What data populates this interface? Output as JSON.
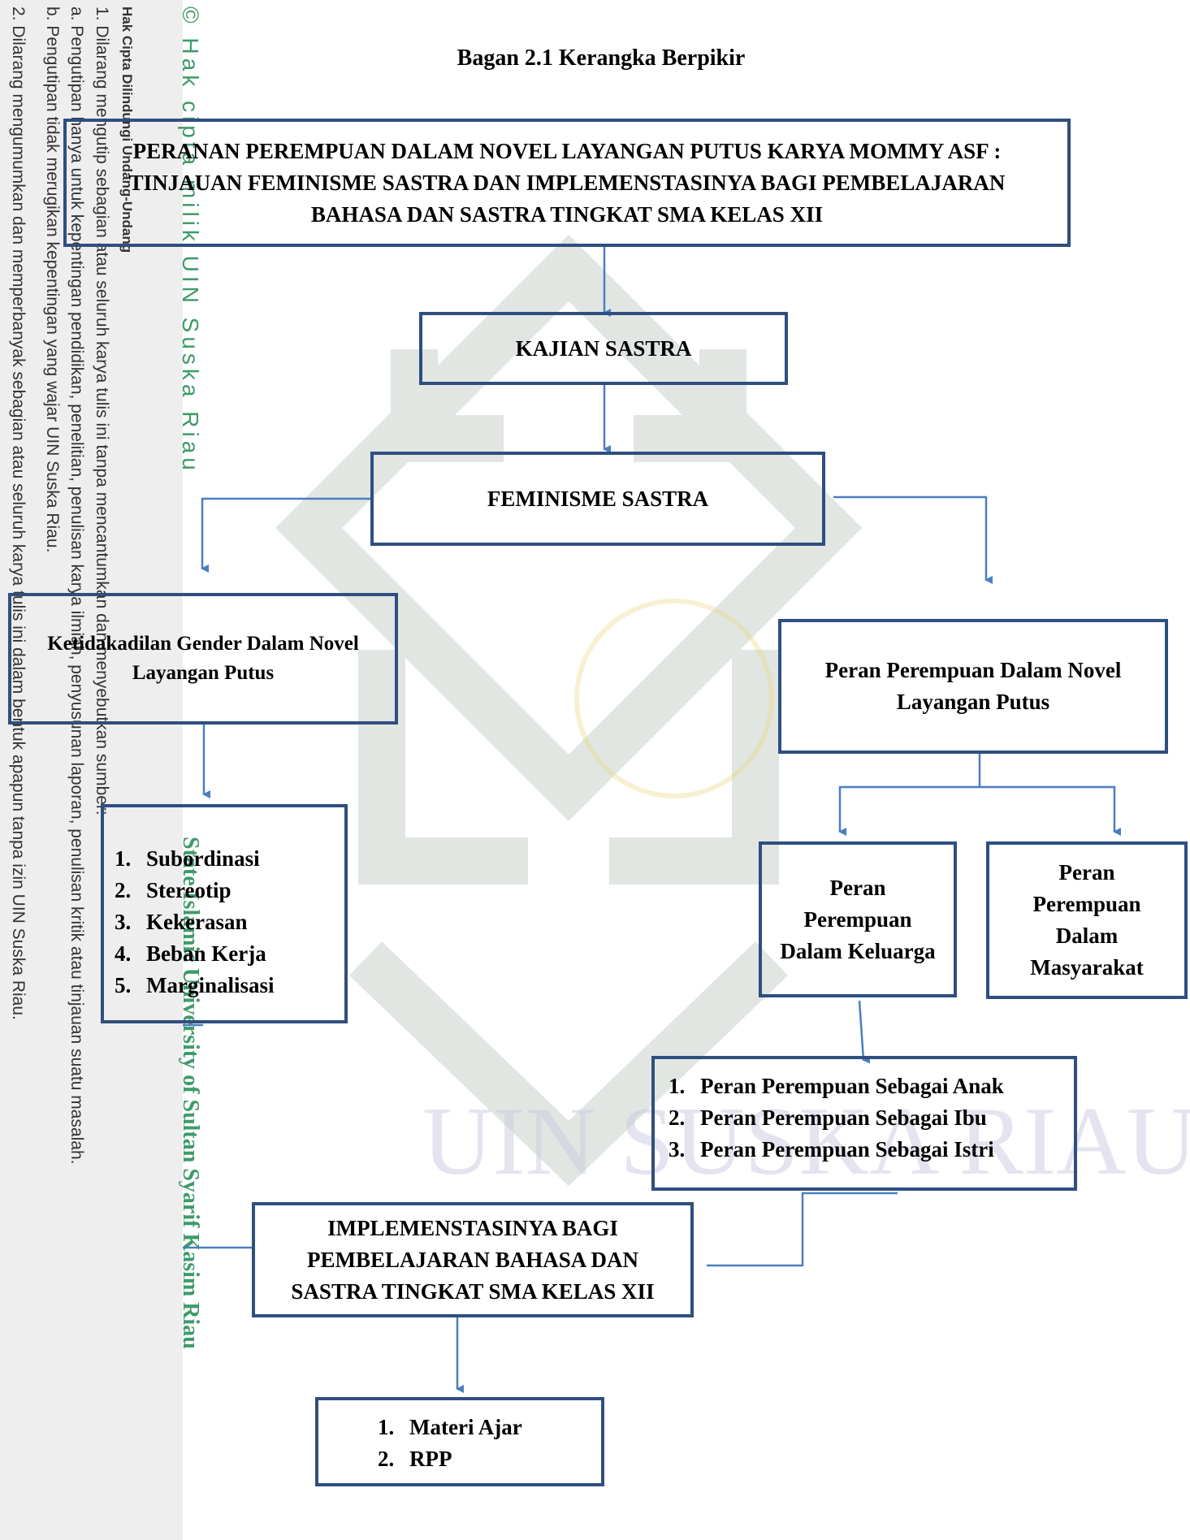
{
  "sidebar": {
    "brand": "© Hak cipta milik UIN Suska Riau",
    "heading": "Hak Cipta Dilindungi Undang-Undang",
    "line1": "1. Dilarang mengutip sebagian atau seluruh karya tulis ini tanpa mencantumkan dan menyebutkan sumber:",
    "line1a": "a. Pengutipan hanya untuk kepentingan pendidikan, penelitian, penulisan karya ilmiah, penyusunan laporan, penulisan kritik atau tinjauan suatu masalah.",
    "line1b": "b. Pengutipan tidak merugikan kepentingan yang wajar UIN Suska Riau.",
    "line2": "2. Dilarang mengumumkan dan memperbanyak sebagian atau seluruh karya tulis ini dalam bentuk apapun tanpa izin UIN Suska Riau.",
    "university": "State Islamic University of Sultan Syarif Kasim Riau"
  },
  "watermark_text": "UIN SUSKA RIAU",
  "colors": {
    "box_border": "#2e4f7f",
    "arrow": "#4a7fc1",
    "sidebar_bg": "#eeeeee",
    "brand_green": "#3f9a6a"
  },
  "diagram": {
    "title": "Bagan 2.1  Kerangka Berpikir",
    "main": "PERANAN PEREMPUAN DALAM NOVEL LAYANGAN PUTUS KARYA MOMMY ASF : TINJAUAN FEMINISME SASTRA DAN IMPLEMENSTASINYA BAGI PEMBELAJARAN BAHASA DAN SASTRA TINGKAT SMA KELAS XII",
    "kajian": "KAJIAN SASTRA",
    "feminisme": "FEMINISME SASTRA",
    "ketidakadilan": "Ketidakadilan Gender Dalam Novel Layangan Putus",
    "gender_items": [
      "Subordinasi",
      "Stereotip",
      "Kekerasan",
      "Beban Kerja",
      "Marginalisasi"
    ],
    "peran": "Peran Perempuan  Dalam Novel Layangan Putus",
    "peran_keluarga": "Peran Perempuan Dalam Keluarga",
    "peran_masyarakat": "Peran Perempuan Dalam Masyarakat",
    "keluarga_items": [
      "Peran Perempuan Sebagai Anak",
      "Peran Perempuan Sebagai Ibu",
      "Peran Perempuan Sebagai Istri"
    ],
    "implementasi": "IMPLEMENSTASINYA BAGI PEMBELAJARAN BAHASA DAN SASTRA TINGKAT SMA KELAS XII",
    "final_items": [
      "Materi Ajar",
      "RPP"
    ]
  }
}
